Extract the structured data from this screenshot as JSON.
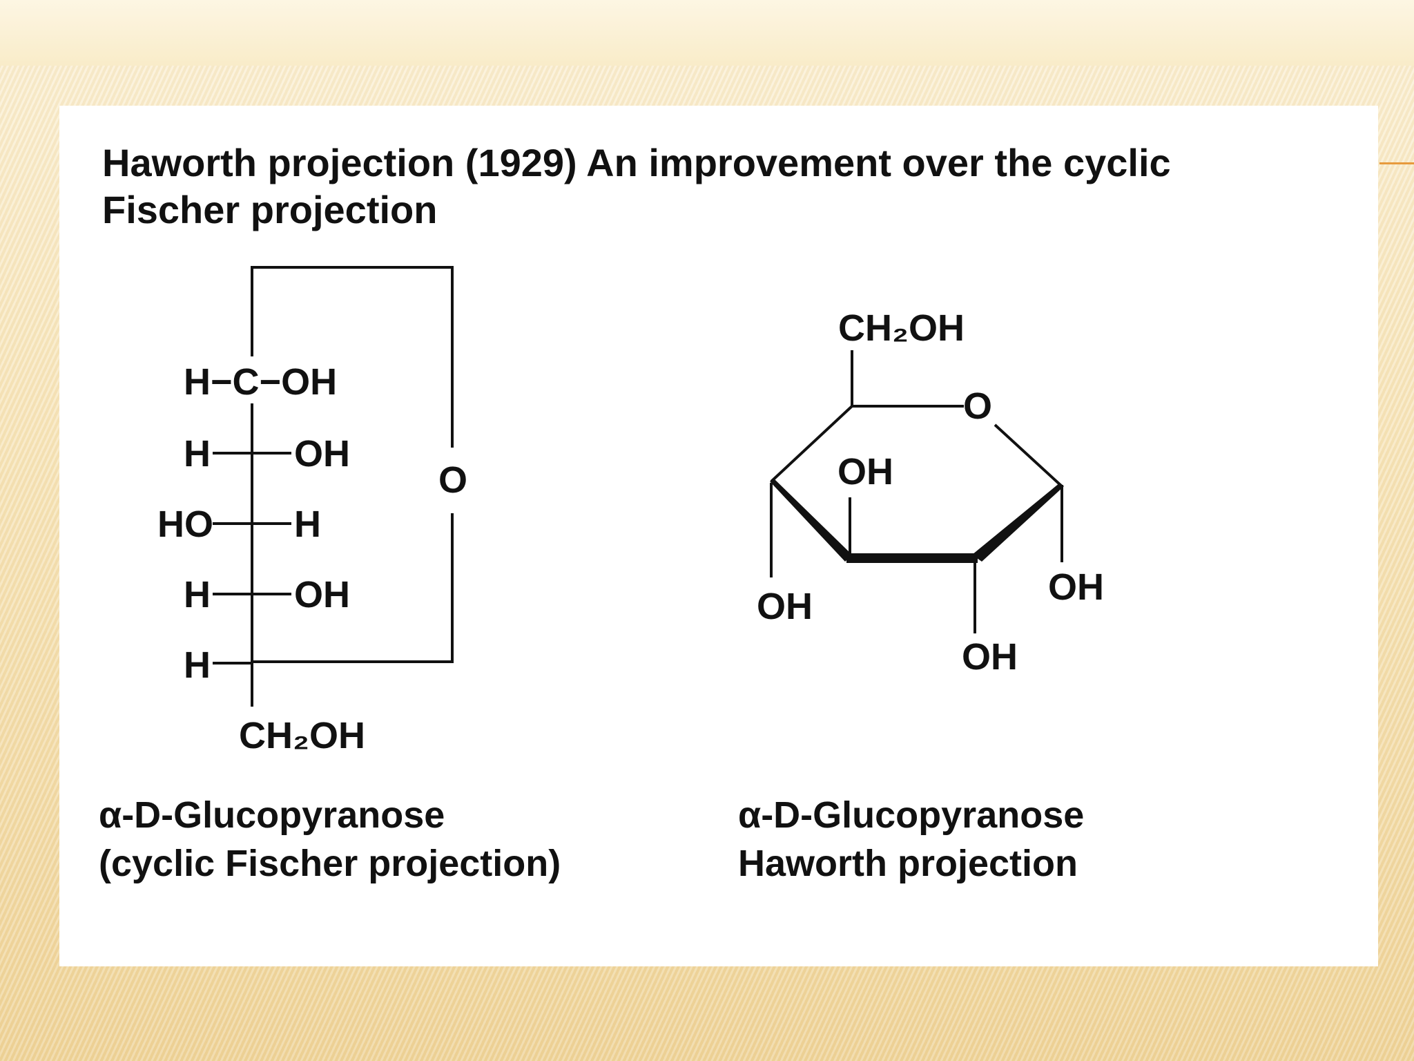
{
  "slide": {
    "title_line1": "Haworth projection (1929) An improvement over the cyclic",
    "title_line2": "Fischer projection",
    "accent_color": "#e79a3c"
  },
  "fischer": {
    "c1_row": "H−C−OH",
    "r2_left": "H",
    "r2_right": "OH",
    "r3_left": "HO",
    "r3_right": "H",
    "r4_left": "H",
    "r4_right": "OH",
    "r5_left": "H",
    "ring_oxygen": "O",
    "bottom_group": "CH₂OH",
    "caption_line1": "α-D-Glucopyranose",
    "caption_line2": "(cyclic Fischer projection)"
  },
  "haworth": {
    "top_group": "CH₂OH",
    "ring_oxygen": "O",
    "c3_oh": "OH",
    "c4_oh": "OH",
    "c2_oh": "OH",
    "c1_oh": "OH",
    "caption_line1": "α-D-Glucopyranose",
    "caption_line2": "Haworth projection"
  }
}
